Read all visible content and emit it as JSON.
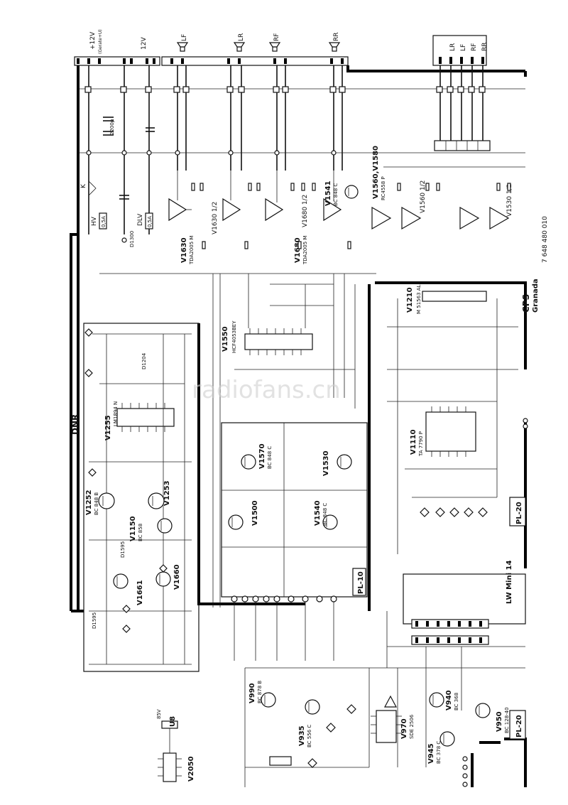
{
  "top_connectors": {
    "supply": "+12V",
    "supply_sub": "(Gerate+U)",
    "twelve_v": "12V",
    "speakers": [
      "LF",
      "LR",
      "RF",
      "RR"
    ],
    "right_labels": [
      "LR",
      "LF",
      "RF",
      "RR"
    ]
  },
  "sections": {
    "dnr": "DNR",
    "cps": "CPS",
    "granada": "Granada",
    "doc_number": "7 648 480 010",
    "lw_mini": "LW Mini 14",
    "pl10": "PL-10",
    "pl20_a": "PL-20",
    "pl20_b": "PL-20"
  },
  "components": {
    "v1630": "V1630",
    "v1630_type": "TDA2005 M",
    "v1630_half_a": "V1630 1/2",
    "v1680": "V1680",
    "v1680_type": "TDA2005 M",
    "v1680_half": "V1680 1/2",
    "v1541": "V1541",
    "v1541_type": "BC 848 C",
    "v1560": "V1560,V1580",
    "v1560_type": "RC4558 P",
    "v1560_half": "V1560 1/2",
    "v1530_half": "V1530 1/2",
    "v1210": "V1210",
    "v1210_type": "M 51563 AL",
    "v1550": "V1550",
    "v1550_type": "HCF4053BEY",
    "v1255": "V1255",
    "v1255_type": "LM1894 N",
    "v1252": "V1252",
    "v1252_type": "BC 848 B",
    "v1253": "V1253",
    "v1150": "V1150",
    "v1150_type": "BC 858",
    "v1660": "V1660",
    "v1661": "V1661",
    "v1570": "V1570",
    "v1570_type": "BC 848 C",
    "v1530": "V1530",
    "v1500": "V1500",
    "v1540": "V1540",
    "v1540_type": "BC 848 C",
    "v1110": "V1110",
    "v1110_type": "TA 7790 P",
    "v990": "V990",
    "v990_type": "BC 878 B",
    "v935": "V935",
    "v935_type": "BC 556 C",
    "v970": "V970",
    "v970_type": "SDE 2506",
    "v940": "V940",
    "v940_type": "BC 368",
    "v945": "V945",
    "v945_type": "BC 378 C",
    "v950": "V950",
    "v950_type": "BC 128-40",
    "v2050": "V2050",
    "fuse_hv": "HV",
    "fuse_hv_val": "0,5A",
    "fuse_dlv": "DLV",
    "fuse_dlv_val": "0,5A",
    "relay": "K",
    "diode_d1300": "D1300",
    "diode_d1204": "D1204",
    "u8": "U8",
    "u8_val": "85V",
    "cap_big": "2200µ",
    "d1595": "D1595",
    "d1595b": "D1595"
  },
  "watermark": "radiofans.cn"
}
